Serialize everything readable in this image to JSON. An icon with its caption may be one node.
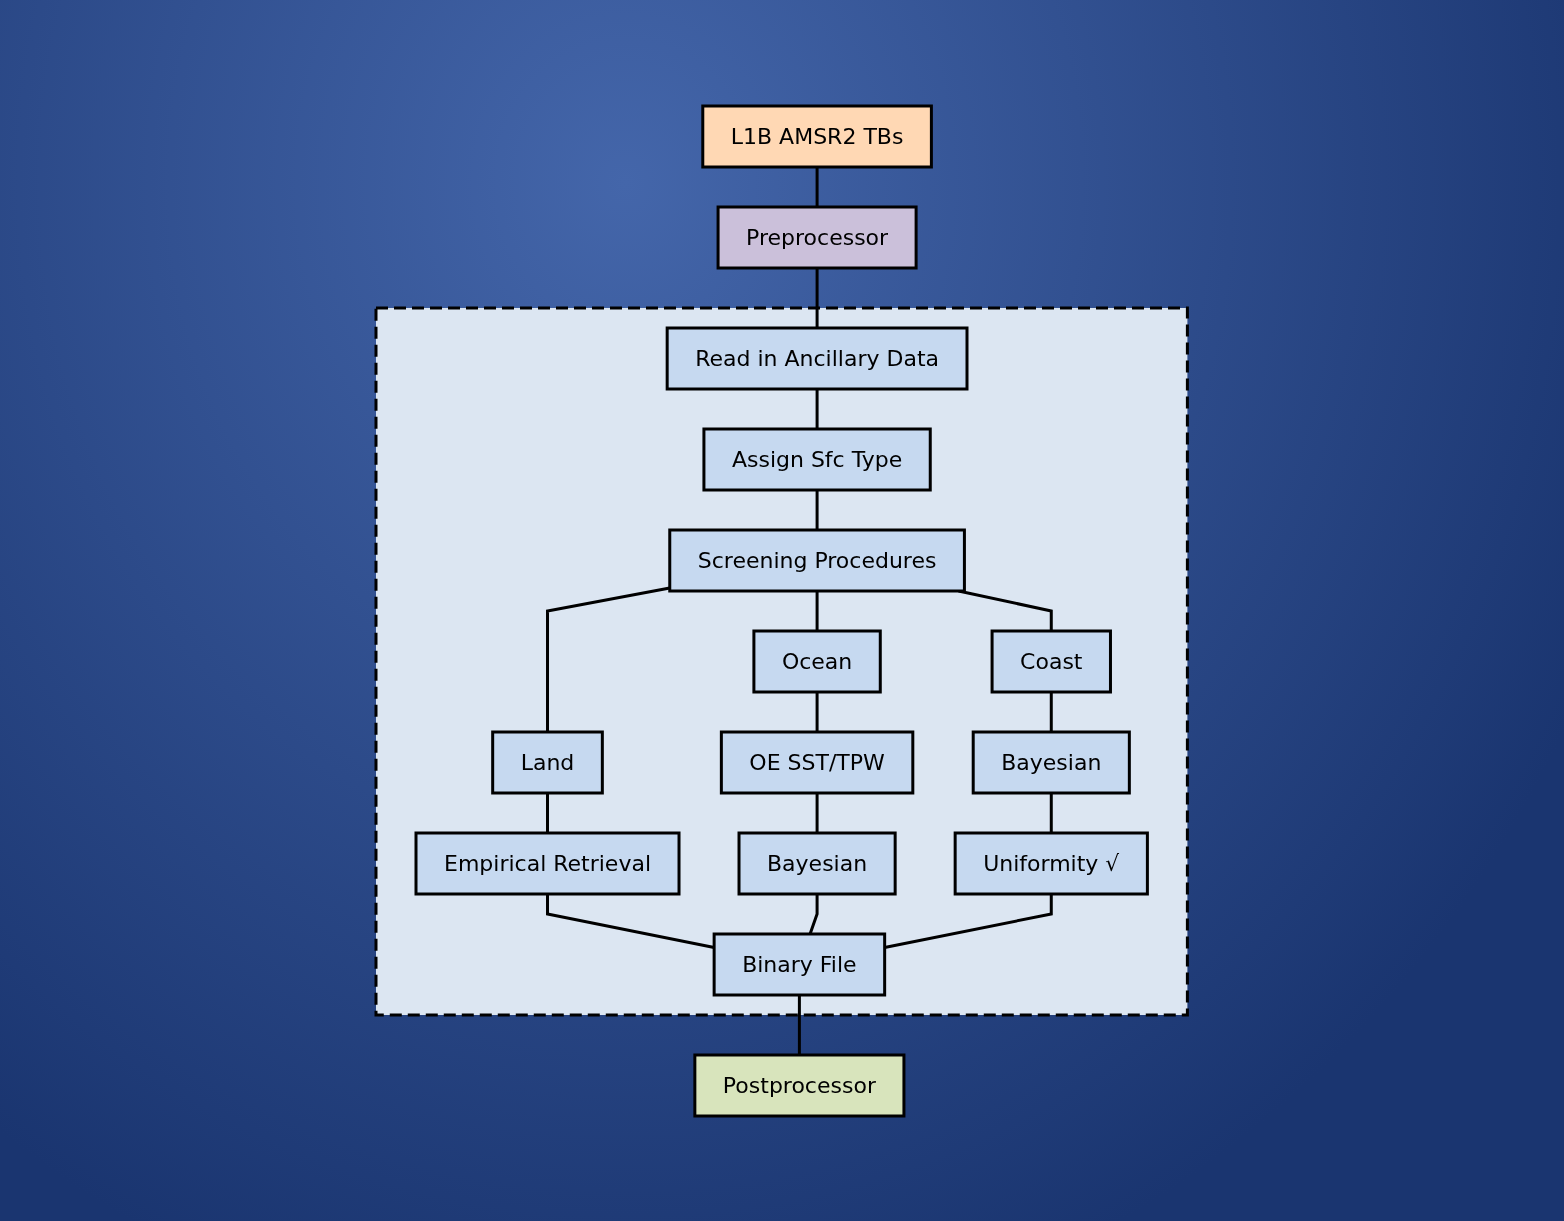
{
  "diagram": {
    "nodes": [
      {
        "text": [
          "L1B AMSR2 TBs"
        ]
      },
      {
        "text": [
          "Preprocessor"
        ]
      },
      {
        "text": [],
        "shape": "box"
      },
      {
        "text": [
          "Read in Ancillary Data"
        ],
        "in": 2
      },
      {
        "text": [
          "Assign Sfc Type"
        ],
        "in": 2
      },
      {
        "text": [
          "Screening Procedures"
        ],
        "in": 2
      },
      {
        "text": [
          "Land"
        ],
        "in": 2
      },
      {
        "text": [
          "Ocean"
        ],
        "in": 2
      },
      {
        "text": [
          "Coast"
        ],
        "in": 2
      },
      {
        "text": [
          "Empirical Retrieval"
        ],
        "in": 2
      },
      {
        "text": [
          "OE SST/TPW"
        ],
        "in": 2
      },
      {
        "text": [
          "Bayesian"
        ],
        "in": 2
      },
      {
        "text": [
          "Bayesian"
        ],
        "in": 2
      },
      {
        "text": [
          "Uniformity √"
        ],
        "in": 2
      },
      {
        "text": [
          "Binary File"
        ],
        "in": 2
      },
      {
        "text": [
          "Postprocessor"
        ]
      }
    ],
    "edges": [
      {
        "from": 0,
        "to": 1,
        "arrow": "none"
      },
      {
        "from": 1,
        "to": 3,
        "arrow": "none"
      },
      {
        "from": 3,
        "to": 4,
        "arrow": "none"
      },
      {
        "from": 4,
        "to": 5,
        "arrow": "none"
      },
      {
        "from": 5,
        "to": 6,
        "arrow": "none"
      },
      {
        "from": 5,
        "to": 7,
        "arrow": "none"
      },
      {
        "from": 5,
        "to": 8,
        "arrow": "none"
      },
      {
        "from": 6,
        "to": 9,
        "arrow": "none"
      },
      {
        "from": 7,
        "to": 10,
        "arrow": "none"
      },
      {
        "from": 8,
        "to": 11,
        "arrow": "none"
      },
      {
        "from": 10,
        "to": 12,
        "arrow": "none"
      },
      {
        "from": 11,
        "to": 13,
        "arrow": "none"
      },
      {
        "from": 9,
        "to": 14,
        "arrow": "none"
      },
      {
        "from": 12,
        "to": 14,
        "arrow": "none"
      },
      {
        "from": 13,
        "to": 14,
        "arrow": "none"
      },
      {
        "from": 14,
        "to": 15,
        "arrow": "none"
      }
    ]
  }
}
